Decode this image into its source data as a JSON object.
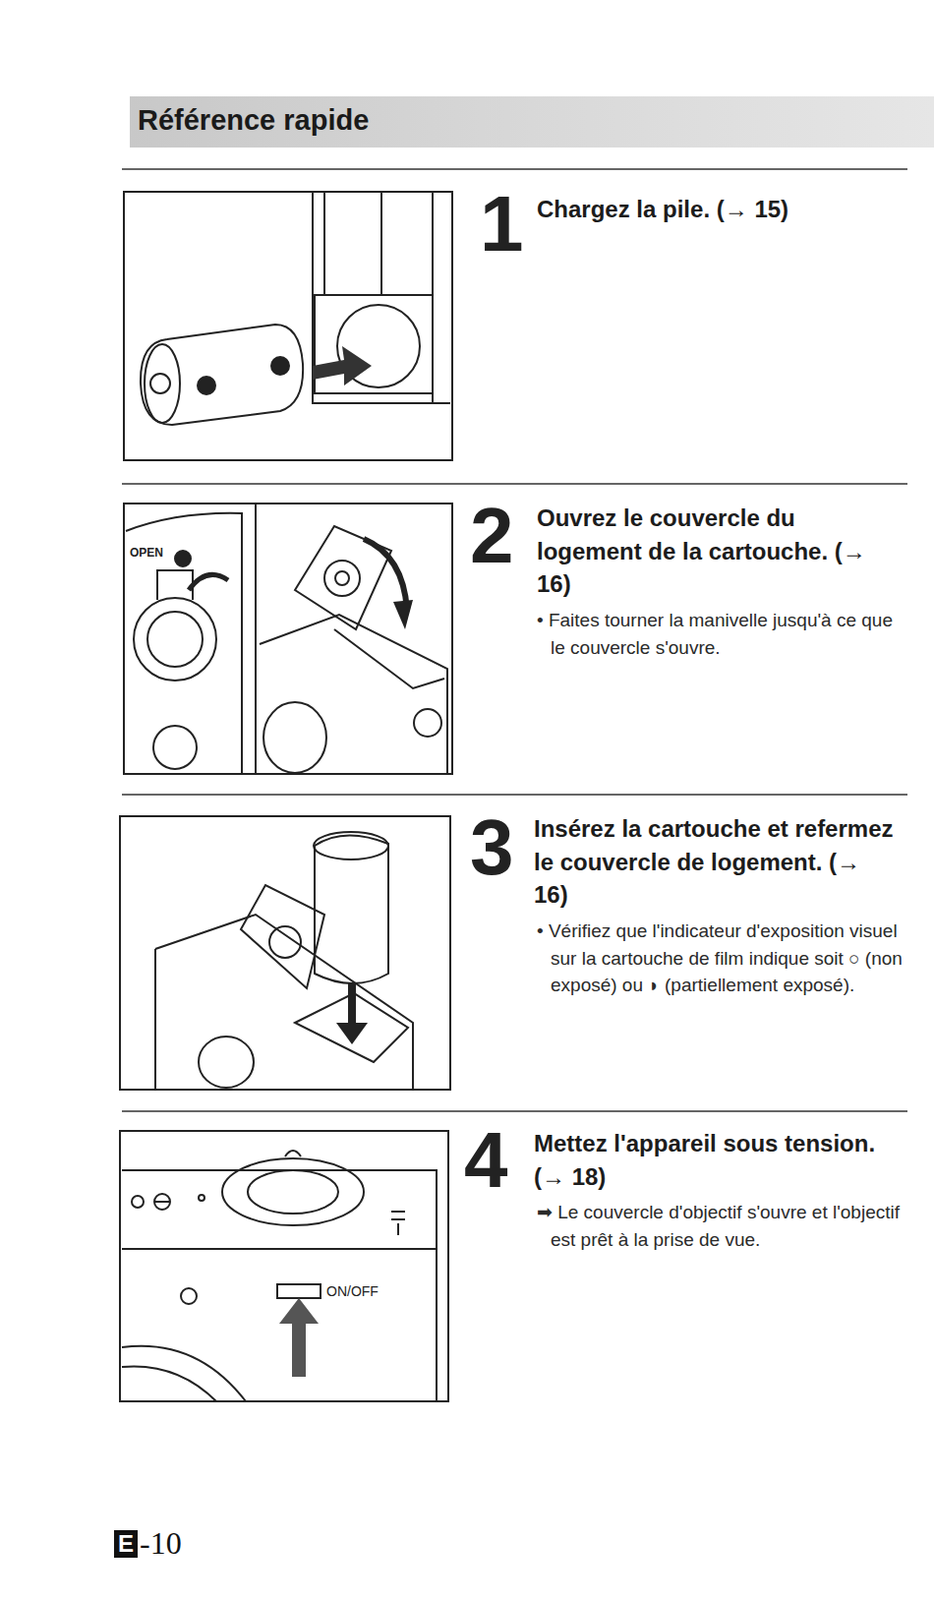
{
  "diagram": {
    "title": "Référence rapide",
    "labels": [
      "1",
      "Chargez la pile. (→ 15)",
      "OPEN",
      "2",
      "Ouvrez le couvercle du logement de la cartouche. (→ 16)",
      "• Faites tourner la manivelle jusqu'à ce que le couvercle s'ouvre.",
      "3",
      "Insérez la cartouche et refermez le couvercle de logement. (→ 16)",
      "• Vérifiez que l'indicateur d'exposition visuel sur la cartouche de film indique soit ○ (non exposé) ou ◗ (partiellement exposé).",
      "ON/OFF",
      "4",
      "Mettez l'appareil sous tension. (→ 18)",
      "➡ Le couvercle d'objectif s'ouvre et l'objectif est prêt à la prise de vue.",
      "E",
      "-10"
    ]
  }
}
